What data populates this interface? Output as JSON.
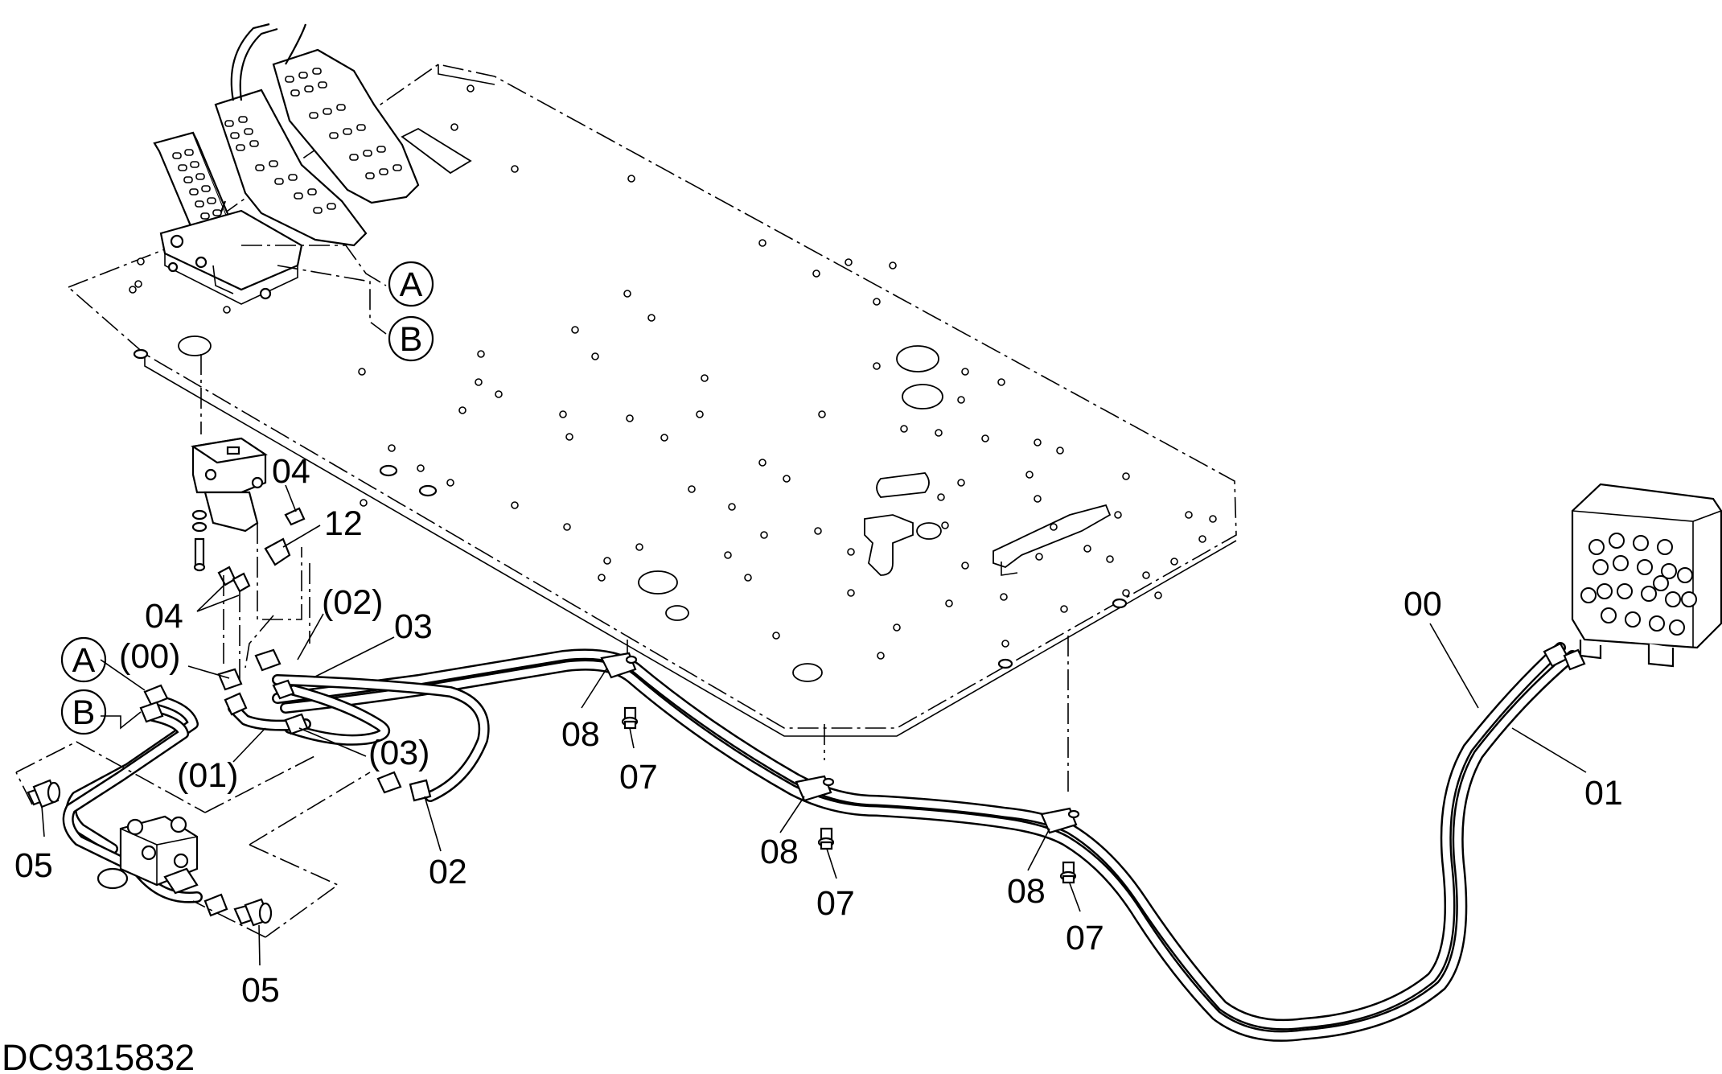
{
  "diagram": {
    "drawing_code": "DC9315832",
    "references": [
      {
        "id": "ref-a-upper",
        "letter": "A"
      },
      {
        "id": "ref-b-upper",
        "letter": "B"
      },
      {
        "id": "ref-a-lower",
        "letter": "A"
      },
      {
        "id": "ref-b-lower",
        "letter": "B"
      }
    ],
    "callouts": [
      {
        "id": "04-top",
        "text": "04"
      },
      {
        "id": "12",
        "text": "12"
      },
      {
        "id": "04-left",
        "text": "04"
      },
      {
        "id": "p02",
        "text": "(02)"
      },
      {
        "id": "03",
        "text": "03"
      },
      {
        "id": "p00",
        "text": "(00)"
      },
      {
        "id": "p01",
        "text": "(01)"
      },
      {
        "id": "p03",
        "text": "(03)"
      },
      {
        "id": "02",
        "text": "02"
      },
      {
        "id": "05-left",
        "text": "05"
      },
      {
        "id": "05-bottom",
        "text": "05"
      },
      {
        "id": "08-a",
        "text": "08"
      },
      {
        "id": "07-a",
        "text": "07"
      },
      {
        "id": "08-b",
        "text": "08"
      },
      {
        "id": "07-b",
        "text": "07"
      },
      {
        "id": "08-c",
        "text": "08"
      },
      {
        "id": "07-c",
        "text": "07"
      },
      {
        "id": "00",
        "text": "00"
      },
      {
        "id": "01",
        "text": "01"
      }
    ]
  }
}
